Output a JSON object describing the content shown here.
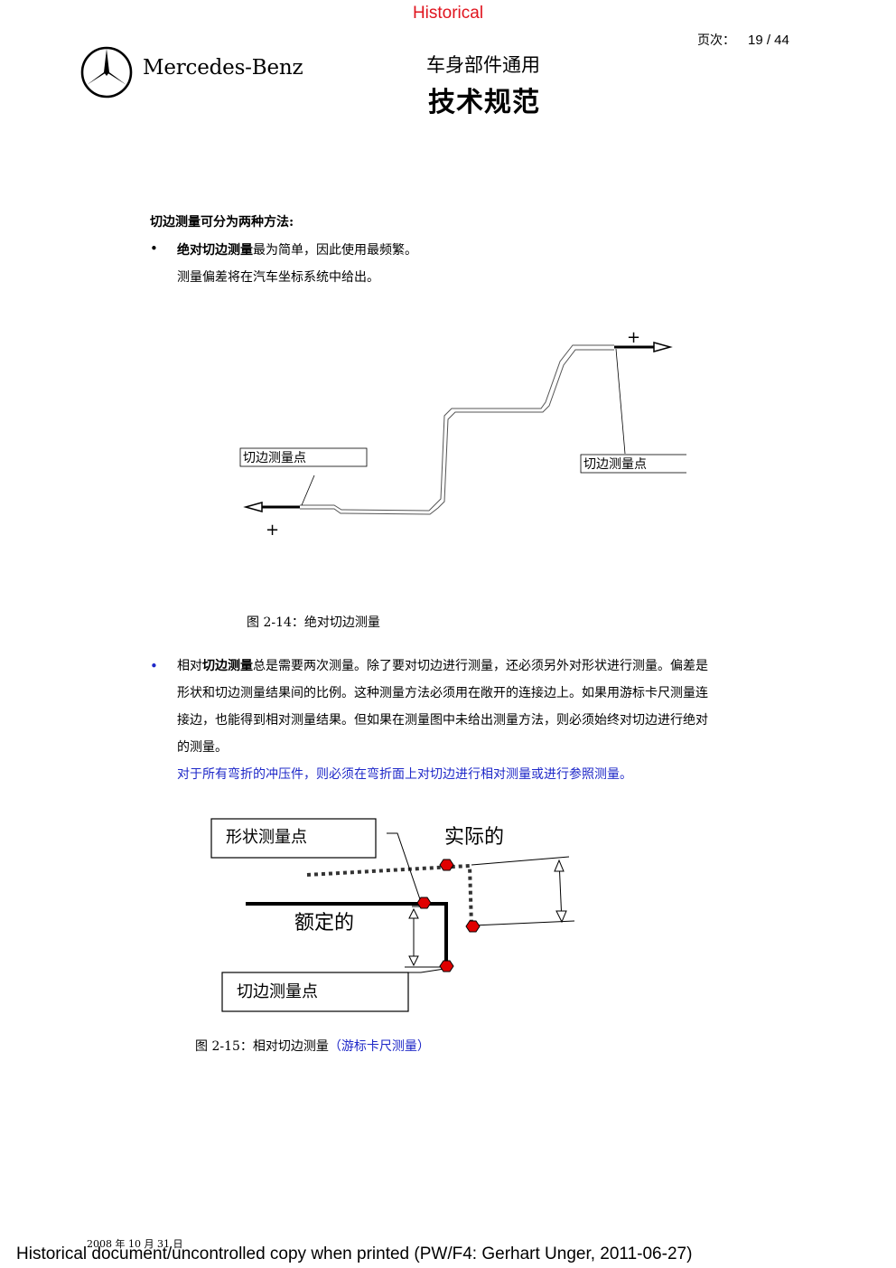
{
  "header": {
    "watermark_top": "Historical",
    "page_label": "页次：",
    "page_number": "19 / 44",
    "brand": "Mercedes-Benz",
    "subtitle": "车身部件通用",
    "title": "技术规范"
  },
  "body": {
    "intro": "切边测量可分为两种方法:",
    "bullet1_bold": "绝对切边测量",
    "bullet1_rest": "最为简单，因此使用最频繁。",
    "bullet1_line2": "测量偏差将在汽车坐标系统中给出。",
    "fig1": {
      "label_left": "切边测量点",
      "label_right": "切边测量点",
      "plus_top": "+",
      "plus_bottom": "+",
      "caption": "图 2-14：绝对切边测量"
    },
    "bullet2_prefix": "相对",
    "bullet2_bold": "切边测量",
    "bullet2_line1_rest": "总是需要两次测量。除了要对切边进行测量，还必须另外对形状进行测量。偏差是",
    "bullet2_line2": "形状和切边测量结果间的比例。这种测量方法必须用在敞开的连接边上。如果用游标卡尺测量连",
    "bullet2_line3": "接边，也能得到相对测量结果。但如果在测量图中未给出测量方法，则必须始终对切边进行绝对",
    "bullet2_line4": "的测量。",
    "bullet2_blue": "对于所有弯折的冲压件，则必须在弯折面上对切边进行相对测量或进行参照测量。",
    "fig2": {
      "label_shape": "形状测量点",
      "label_actual": "实际的",
      "label_nominal": "额定的",
      "label_edge": "切边测量点",
      "caption_black": "图 2-15：相对切边测量",
      "caption_blue": "（游标卡尺测量）"
    }
  },
  "footer": {
    "date": "2008 年 10 月 31 日",
    "watermark": "Historical document/uncontrolled copy when printed (PW/F4: Gerhart Unger, 2011-06-27)"
  },
  "colors": {
    "watermark": "#e0141e",
    "blue_text": "#1e28c8",
    "marker_red": "#e00000"
  }
}
